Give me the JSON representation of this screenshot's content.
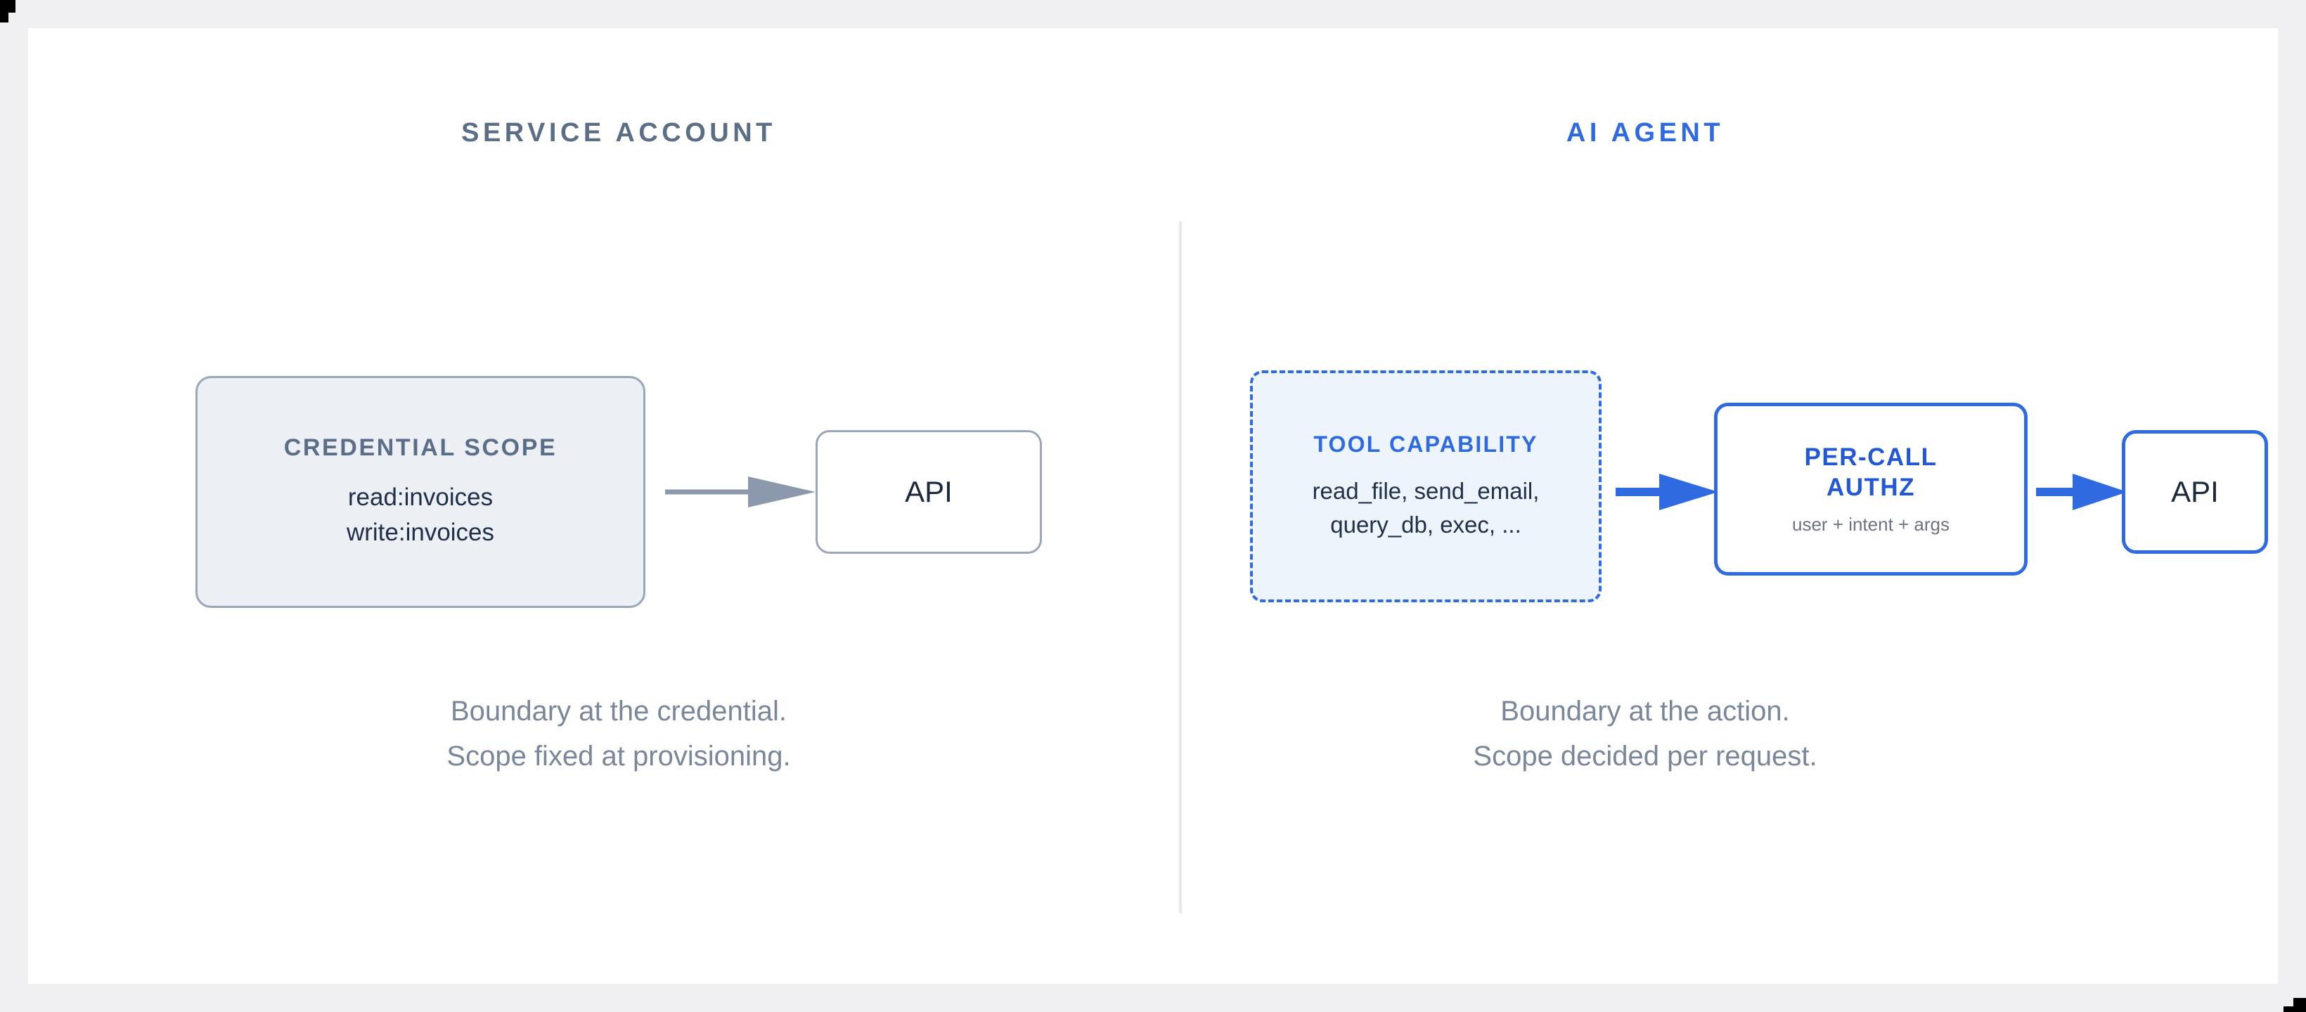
{
  "canvas": {
    "background": "#f0f0f2",
    "card_background": "#ffffff"
  },
  "colors": {
    "slate": "#5b6e87",
    "blue": "#2f6ae0",
    "blue_dark": "#2257d6",
    "gray_border": "#9aa7ba",
    "light_fill": "#eceff4",
    "light_blue_fill": "#eef4fc",
    "caption_gray": "#7a8699",
    "divider": "#e6e9ec"
  },
  "panels": {
    "left": {
      "heading": "SERVICE ACCOUNT",
      "node": {
        "title": "CREDENTIAL SCOPE",
        "scopes": [
          "read:invoices",
          "write:invoices"
        ]
      },
      "arrow": {
        "name": "gray-arrow",
        "color": "#8c99ad",
        "direction": "right"
      },
      "endpoint": {
        "label": "API"
      },
      "caption": {
        "line1": "Boundary at the credential.",
        "line2": "Scope fixed at provisioning."
      }
    },
    "right": {
      "heading": "AI AGENT",
      "node": {
        "title": "TOOL CAPABILITY",
        "tools_line1": "read_file, send_email,",
        "tools_line2": "query_db, exec, ..."
      },
      "arrow1": {
        "name": "blue-arrow",
        "color": "#2f6ae0",
        "direction": "right"
      },
      "gate": {
        "title_line1": "PER-CALL",
        "title_line2": "AUTHZ",
        "subtitle": "user + intent + args"
      },
      "arrow2": {
        "name": "blue-arrow",
        "color": "#2f6ae0",
        "direction": "right"
      },
      "endpoint": {
        "label": "API"
      },
      "caption": {
        "line1": "Boundary at the action.",
        "line2": "Scope decided per request."
      }
    }
  }
}
